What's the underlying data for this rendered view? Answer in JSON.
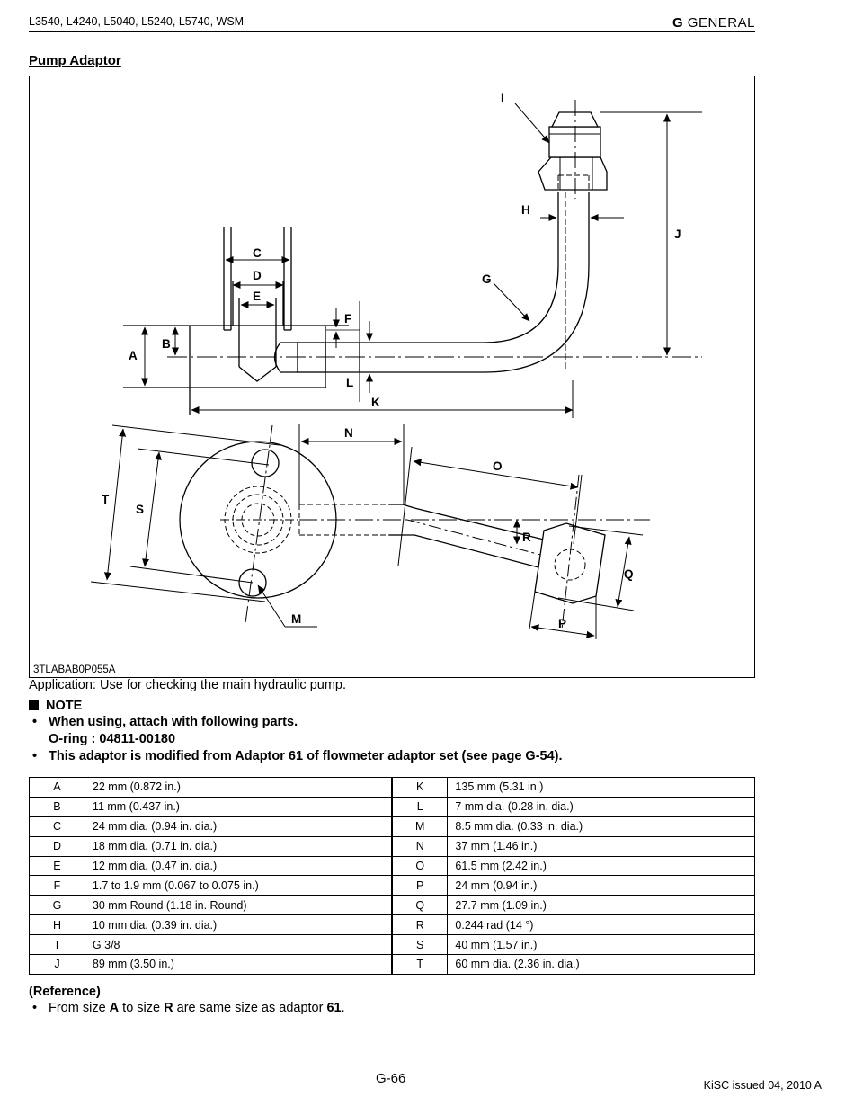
{
  "header": {
    "models": "L3540, L4240, L5040, L5240, L5740, WSM",
    "section_letter": "G",
    "section_name": "GENERAL"
  },
  "title": "Pump Adaptor",
  "figure": {
    "code": "3TLABAB0P055A",
    "labels": [
      "A",
      "B",
      "C",
      "D",
      "E",
      "F",
      "G",
      "H",
      "I",
      "J",
      "K",
      "L",
      "M",
      "N",
      "O",
      "P",
      "Q",
      "R",
      "S",
      "T"
    ]
  },
  "application": "Application:  Use for checking the main hydraulic pump.",
  "note": {
    "heading": "NOTE",
    "bullet": "•",
    "line1": "When using, attach with following parts.",
    "line1_sub": "O-ring : 04811-00180",
    "line2": "This adaptor is modified from Adaptor 61 of flowmeter adaptor set (see page G-54)."
  },
  "specs": {
    "left": [
      {
        "label": "A",
        "value": "22 mm (0.872 in.)"
      },
      {
        "label": "B",
        "value": "11 mm (0.437 in.)"
      },
      {
        "label": "C",
        "value": "24 mm dia. (0.94 in. dia.)"
      },
      {
        "label": "D",
        "value": "18 mm dia. (0.71 in. dia.)"
      },
      {
        "label": "E",
        "value": "12 mm dia. (0.47 in. dia.)"
      },
      {
        "label": "F",
        "value": "1.7 to 1.9 mm (0.067 to 0.075 in.)"
      },
      {
        "label": "G",
        "value": "30 mm Round (1.18 in. Round)"
      },
      {
        "label": "H",
        "value": "10 mm dia. (0.39 in. dia.)"
      },
      {
        "label": "I",
        "value": "G 3/8"
      },
      {
        "label": "J",
        "value": "89 mm (3.50 in.)"
      }
    ],
    "right": [
      {
        "label": "K",
        "value": "135 mm (5.31 in.)"
      },
      {
        "label": "L",
        "value": "7 mm dia. (0.28 in. dia.)"
      },
      {
        "label": "M",
        "value": "8.5 mm dia. (0.33 in. dia.)"
      },
      {
        "label": "N",
        "value": "37 mm (1.46 in.)"
      },
      {
        "label": "O",
        "value": "61.5 mm (2.42 in.)"
      },
      {
        "label": "P",
        "value": "24 mm (0.94 in.)"
      },
      {
        "label": "Q",
        "value": "27.7 mm (1.09 in.)"
      },
      {
        "label": "R",
        "value": "0.244 rad (14 °)"
      },
      {
        "label": "S",
        "value": "40 mm (1.57 in.)"
      },
      {
        "label": "T",
        "value": "60 mm dia. (2.36 in. dia.)"
      }
    ]
  },
  "reference": {
    "heading": "(Reference)",
    "bullet": "•",
    "pre": "From size ",
    "size_a": "A",
    "mid": " to size ",
    "size_r": "R",
    "post": " are same size as adaptor ",
    "adaptor": "61",
    "end": "."
  },
  "footer": {
    "page": "G-66",
    "issued": "KiSC issued 04, 2010 A"
  }
}
